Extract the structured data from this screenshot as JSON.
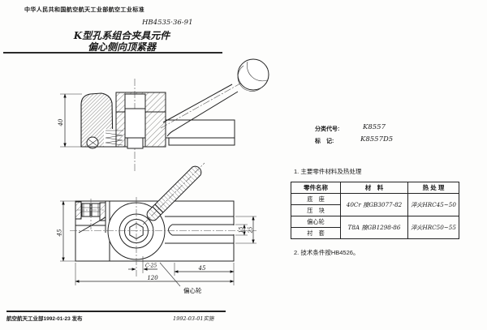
{
  "header": {
    "standard_name": "中华人民共和国航空航天工业部航空工业标准",
    "doc_number": "HB4535·36-91",
    "title_line1": "K型孔系组合夹具元件",
    "title_line2": "偏心侧向顶紧器"
  },
  "codes": {
    "class_label": "分类代号:",
    "class_value": "K8557",
    "mark_label": "标　记:",
    "mark_value": "K8557D5"
  },
  "notes": {
    "note1": "1. 主要零件材料及热处理",
    "note2": "2. 技术条件按HB4526。"
  },
  "table": {
    "headers": [
      "零件名称",
      "材　料",
      "热 处 理"
    ],
    "rows": [
      {
        "part": "底　座"
      },
      {
        "part": "压　块"
      },
      {
        "part": "偏心轮"
      },
      {
        "part": "衬　套"
      }
    ],
    "materials": [
      "40Cr 按GB3077-82",
      "T8A 按GB1298-86"
    ],
    "heat_treatments": [
      "淬火HRC45~50",
      "淬火HRC50~55"
    ]
  },
  "drawing": {
    "dim_top_height": "40",
    "dim_plan_height": "45",
    "dim_slot_inner": "15",
    "dim_slot_outer": "25",
    "dim_right_length": "45",
    "dim_total_length": "120",
    "dim_eccentric": "C-25",
    "label_eccentric_wheel": "偏心轮"
  },
  "footer": {
    "left": "航空航天工业部1992-01-23 发布",
    "right": "1992-03-01实施"
  }
}
